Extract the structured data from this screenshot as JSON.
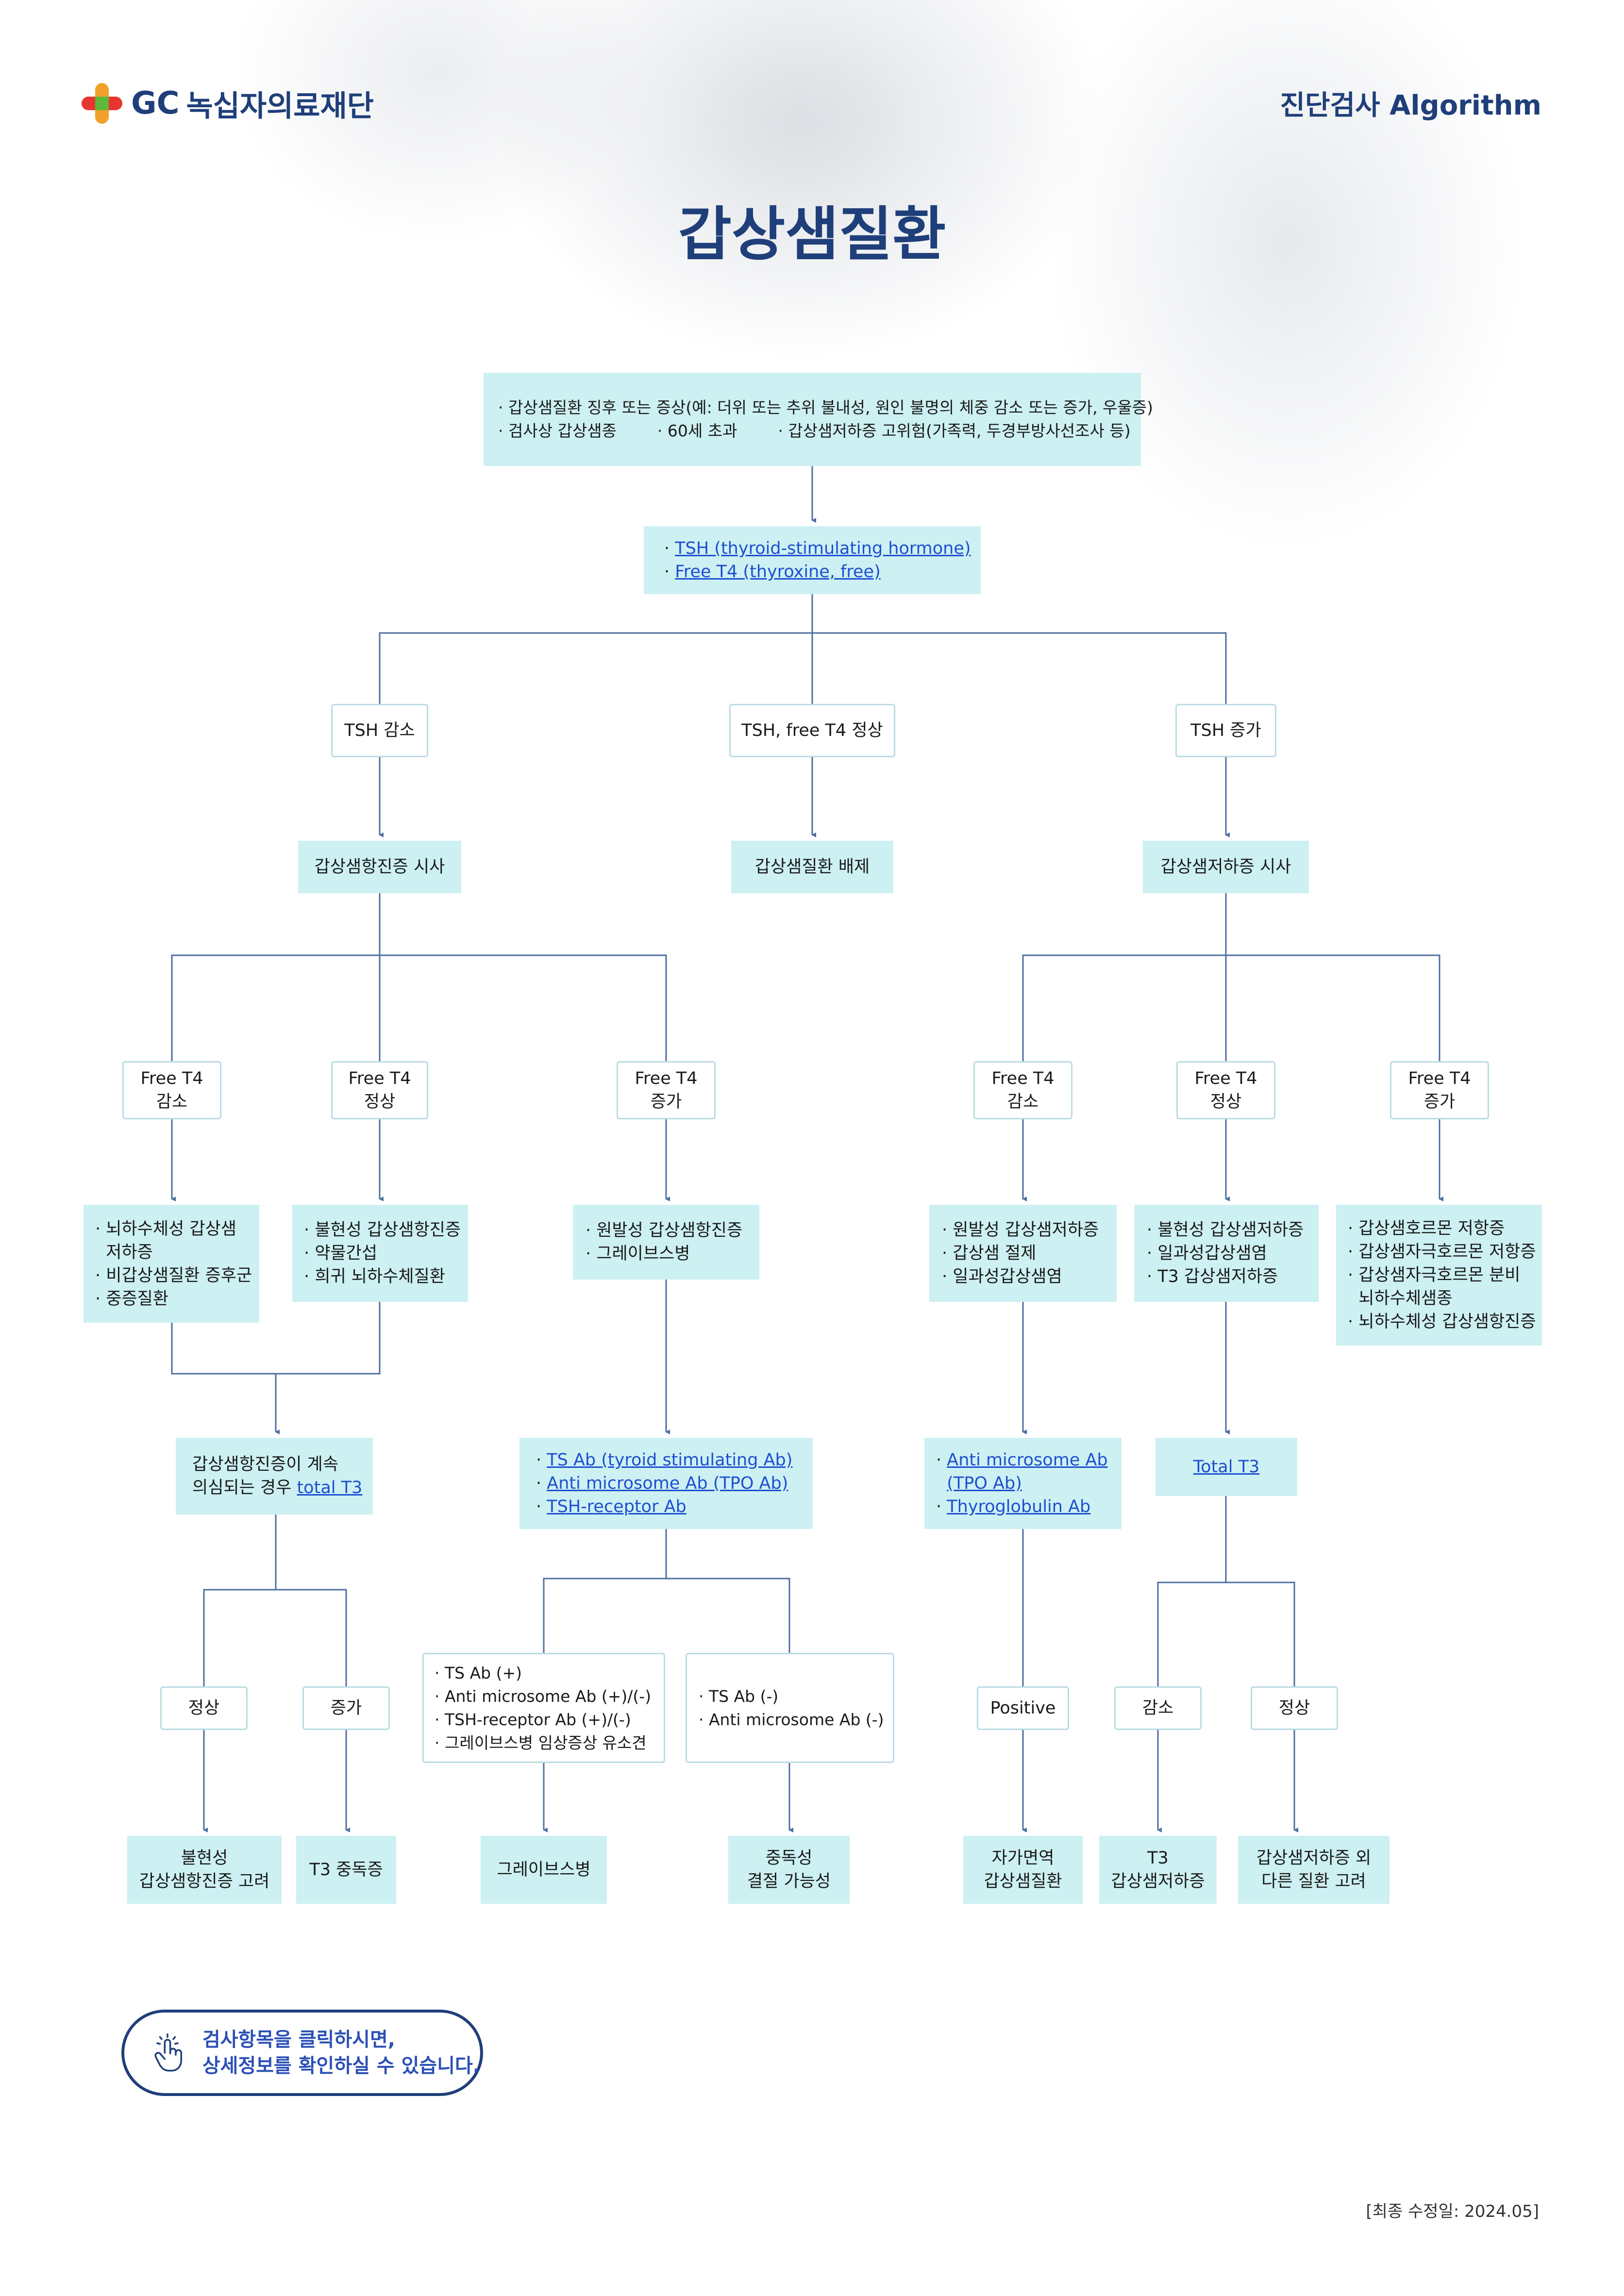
{
  "header": {
    "logo_gc": "GC",
    "logo_name": "녹십자의료재단",
    "section": "진단검사 Algorithm",
    "title": "갑상샘질환"
  },
  "nodes": {
    "indication": [
      "· 갑상샘질환 징후 또는 증상(예: 더위 또는 추위 불내성, 원인 불명의 체중 감소 또는 증가, 우울증)",
      "· 검사상 갑상샘종        · 60세 초과        · 갑상샘저하증 고위험(가족력, 두경부방사선조사 등)"
    ],
    "initial_tests": [
      "· ",
      "TSH (thyroid-stimulating hormone)",
      "· ",
      "Free T4 (thyroxine, free)"
    ],
    "tsh_low": "TSH 감소",
    "tsh_normal": "TSH, free T4 정상",
    "tsh_high": "TSH 증가",
    "hyper_suspect": "갑상샘항진증 시사",
    "thyroid_excluded": "갑상샘질환 배제",
    "hypo_suspect": "갑상샘저하증 시사",
    "ft4_low_a": [
      "Free T4",
      "감소"
    ],
    "ft4_norm_a": [
      "Free T4",
      "정상"
    ],
    "ft4_high_a": [
      "Free T4",
      "증가"
    ],
    "ft4_low_b": [
      "Free T4",
      "감소"
    ],
    "ft4_norm_b": [
      "Free T4",
      "정상"
    ],
    "ft4_high_b": [
      "Free T4",
      "증가"
    ],
    "dx_central_hypo": [
      "· 뇌하수체성 갑상샘",
      "  저하증",
      "· 비갑상샘질환 증후군",
      "· 중증질환"
    ],
    "dx_subclinical_hyper": [
      "· 불현성 갑상샘항진증",
      "· 약물간섭",
      "· 희귀 뇌하수체질환"
    ],
    "dx_primary_hyper": [
      "· 원발성 갑상샘항진증",
      "· 그레이브스병"
    ],
    "dx_primary_hypo": [
      "· 원발성 갑상샘저하증",
      "· 갑상샘 절제",
      "· 일과성갑상샘염"
    ],
    "dx_subclinical_hypo": [
      "· 불현성 갑상샘저하증",
      "· 일과성갑상샘염",
      "· T3 갑상샘저하증"
    ],
    "dx_resistance": [
      "· 갑상샘호르몬 저항증",
      "· 갑상샘자극호르몬 저항증",
      "· 갑상샘자극호르몬 분비",
      "  뇌하수체샘종",
      "· 뇌하수체성 갑상샘항진증"
    ],
    "hyper_followup": [
      "갑상샘항진증이 계속",
      "의심되는 경우 ",
      "total T3"
    ],
    "graves_tests": [
      "· ",
      "TS Ab (tyroid stimulating Ab)",
      "· ",
      "Anti microsome Ab (TPO Ab)",
      "· ",
      "TSH-receptor Ab"
    ],
    "autoimmune_tests": [
      "· ",
      "Anti microsome Ab",
      "  ",
      "(TPO Ab)",
      "· ",
      "Thyroglobulin Ab"
    ],
    "total_t3": "Total T3",
    "t3_normal": "정상",
    "t3_high": "증가",
    "ab_positive": [
      "· TS Ab (+)",
      "· Anti microsome Ab (+)/(-)",
      "· TSH-receptor Ab (+)/(-)",
      "· 그레이브스병 임상증상 유소견"
    ],
    "ab_negative": [
      "· TS Ab (-)",
      "· Anti microsome Ab (-)"
    ],
    "positive": "Positive",
    "t3_low_b": "감소",
    "t3_normal_b": "정상",
    "out_subclinical": [
      "불현성",
      "갑상샘항진증 고려"
    ],
    "out_t3_toxicosis": "T3 중독증",
    "out_graves": "그레이브스병",
    "out_toxic_nodule": [
      "중독성",
      "결절 가능성"
    ],
    "out_autoimmune": [
      "자가면역",
      "갑상샘질환"
    ],
    "out_t3_hypo": [
      "T3",
      "갑상샘저하증"
    ],
    "out_other": [
      "갑상샘저하증 외",
      "다른 질환 고려"
    ]
  },
  "tip": [
    "검사항목을 클릭하시면,",
    "상세정보를 확인하실 수 있습니다."
  ],
  "footer": "[최종 수정일: 2024.05]",
  "colors": {
    "title": "#1f3f7a",
    "box_fill": "#cdf0f2",
    "box_border": "#bcdbe3",
    "connector": "#4d6fa0",
    "link": "#1d4fd1"
  }
}
